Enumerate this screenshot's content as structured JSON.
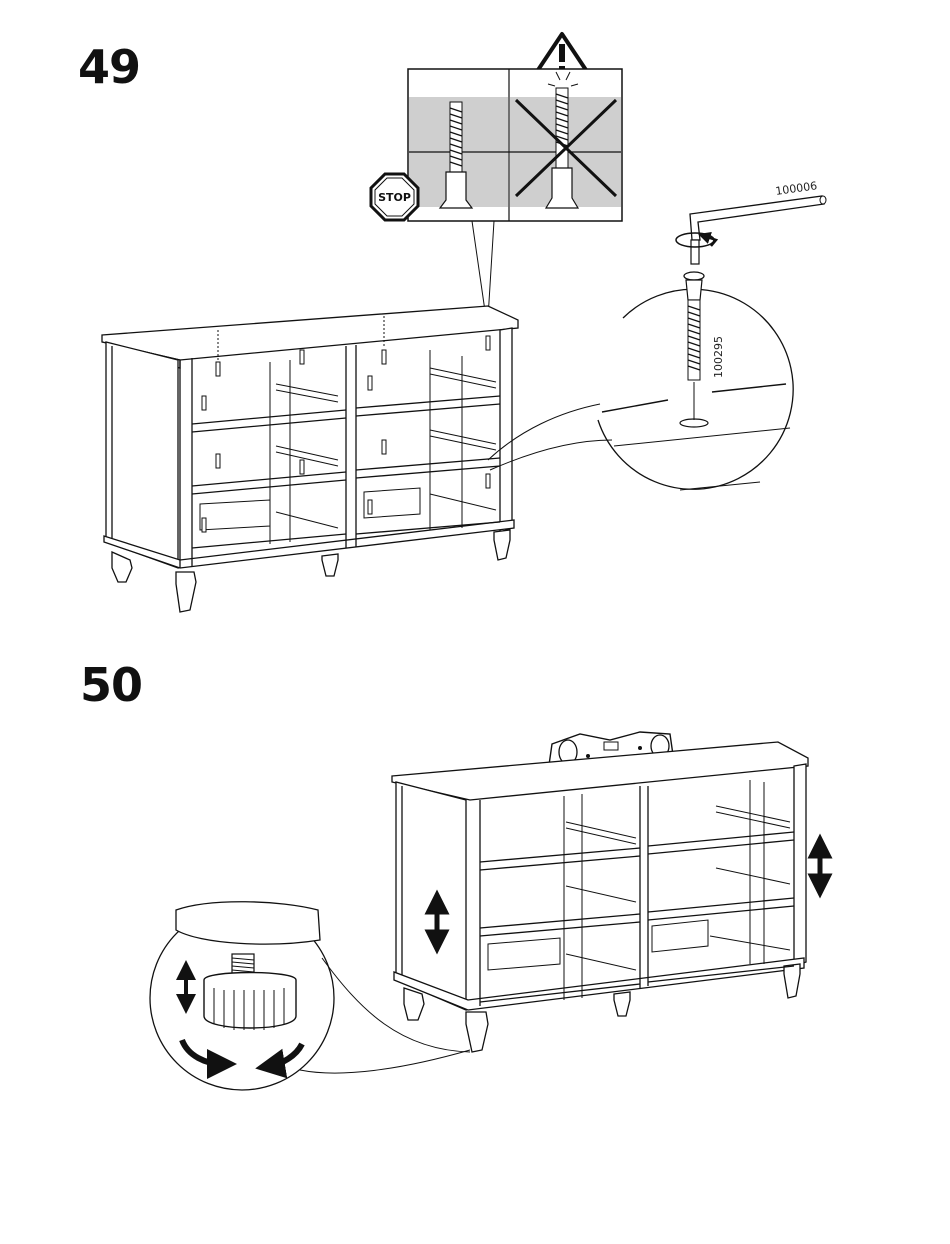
{
  "steps": [
    {
      "number": "49",
      "parts": [
        "100006",
        "100295"
      ],
      "sign": "STOP"
    },
    {
      "number": "50"
    }
  ],
  "icons": [
    "warning-icon",
    "stop-sign-icon",
    "allen-key-icon",
    "screw-icon",
    "spirit-level-icon",
    "adjust-arrow-icon",
    "rotate-arrow-icon",
    "adjustable-foot-icon"
  ],
  "colors": {
    "ink": "#111111",
    "gray_fill": "#cfcfcf",
    "paper": "#ffffff"
  }
}
